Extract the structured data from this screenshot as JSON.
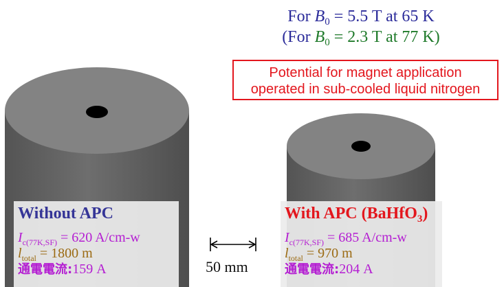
{
  "conditions": {
    "line1": {
      "prefix": "For ",
      "symbol": "B",
      "subscript": "0",
      "suffix": " = 5.5 T at 65 K"
    },
    "line2": {
      "prefix": "(For ",
      "symbol": "B",
      "subscript": "0",
      "suffix": " = 2.3 T at 77 K)"
    }
  },
  "application_box": {
    "line1": "Potential for magnet application",
    "line2": "operated in sub-cooled liquid nitrogen"
  },
  "samples": {
    "without_apc": {
      "title": "Without APC",
      "ic_symbol": "I",
      "ic_subscript": "c(77K,SF)",
      "ic_value": " = 620 A/cm-w",
      "length_symbol": "l",
      "length_subscript": "total",
      "length_value": " = 1800 m",
      "current_label": "通電電流:",
      "current_value": "159 A"
    },
    "with_apc": {
      "title_prefix": "With APC (BaHfO",
      "title_subscript": "3",
      "title_suffix": ")",
      "ic_symbol": "I",
      "ic_subscript": "c(77K,SF)",
      "ic_value": " = 685 A/cm-w",
      "length_symbol": "l",
      "length_subscript": "total",
      "length_value": " = 970 m",
      "current_label": "通電電流:",
      "current_value": "204 A"
    }
  },
  "scale_bar": {
    "label": "50 mm"
  },
  "colors": {
    "coil_top": "#838383",
    "coil_side": "#646464",
    "condition_text": "#2b2b9a",
    "condition_highlight": "#1f7a2a",
    "box_red": "#e3161d",
    "value_magenta": "#b41ed2",
    "length_brown": "#9b6a12"
  }
}
